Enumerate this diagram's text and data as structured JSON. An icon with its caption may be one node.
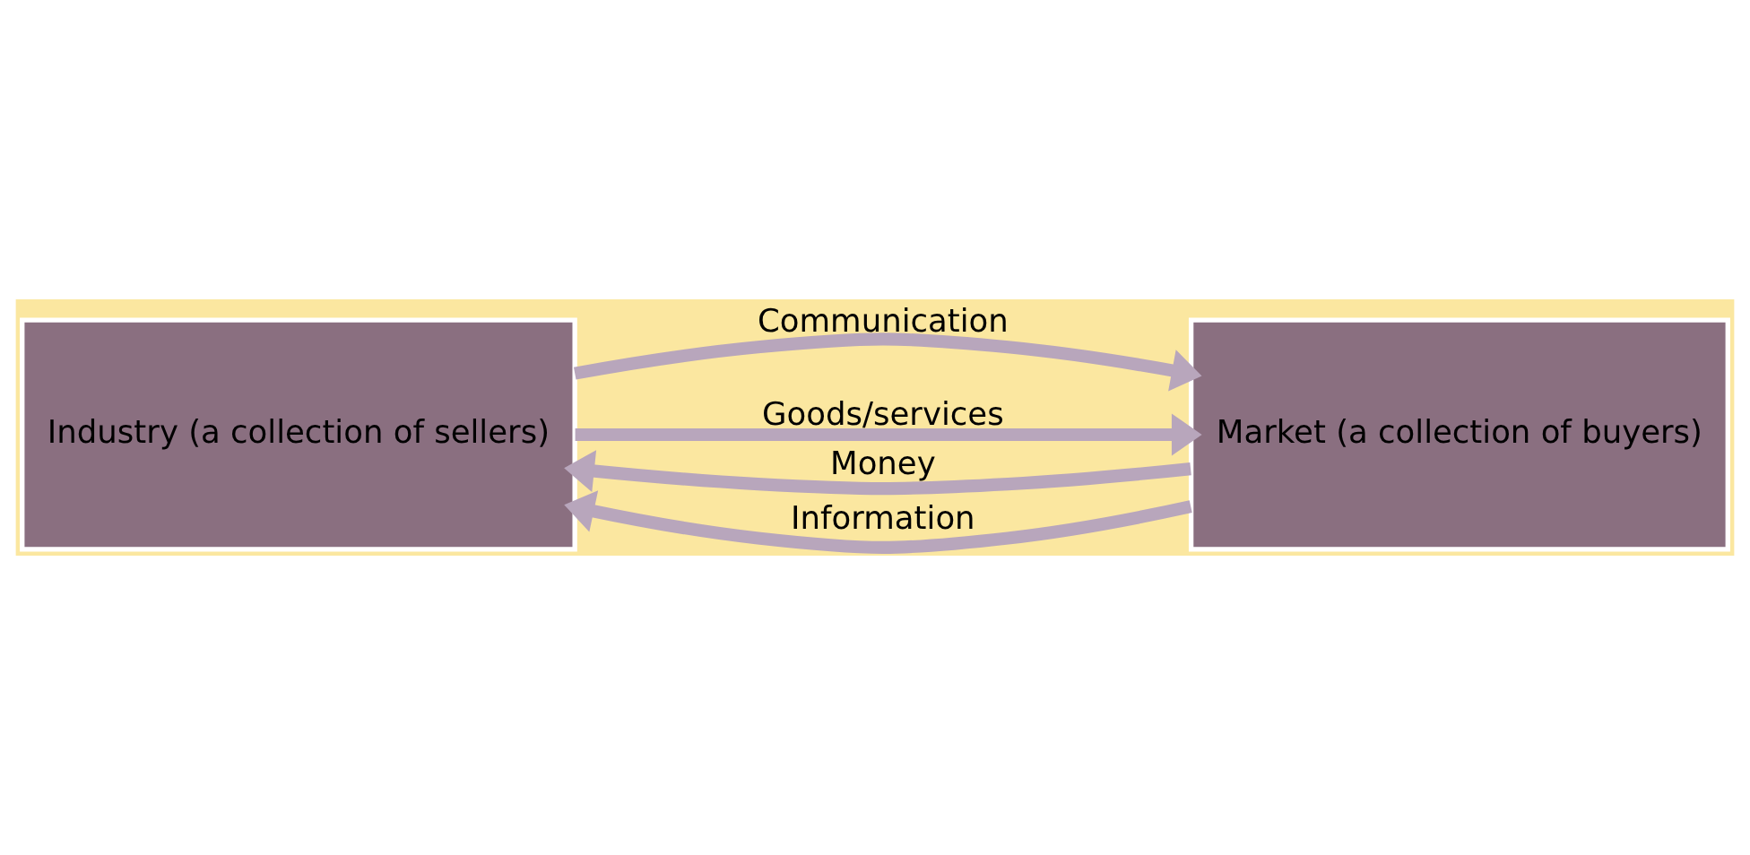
{
  "diagram": {
    "nodes": [
      {
        "text": [
          "Industry (a collection of sellers)"
        ]
      },
      {
        "text": [
          "Market (a collection of buyers)"
        ]
      }
    ],
    "edges": [
      {
        "from": 0,
        "to": 1,
        "arrow": "to",
        "label": "Communication"
      },
      {
        "from": 0,
        "to": 1,
        "arrow": "to",
        "label": "Goods/services"
      },
      {
        "from": 1,
        "to": 0,
        "arrow": "to",
        "label": "Money"
      },
      {
        "from": 1,
        "to": 0,
        "arrow": "to",
        "label": "Information"
      }
    ]
  }
}
